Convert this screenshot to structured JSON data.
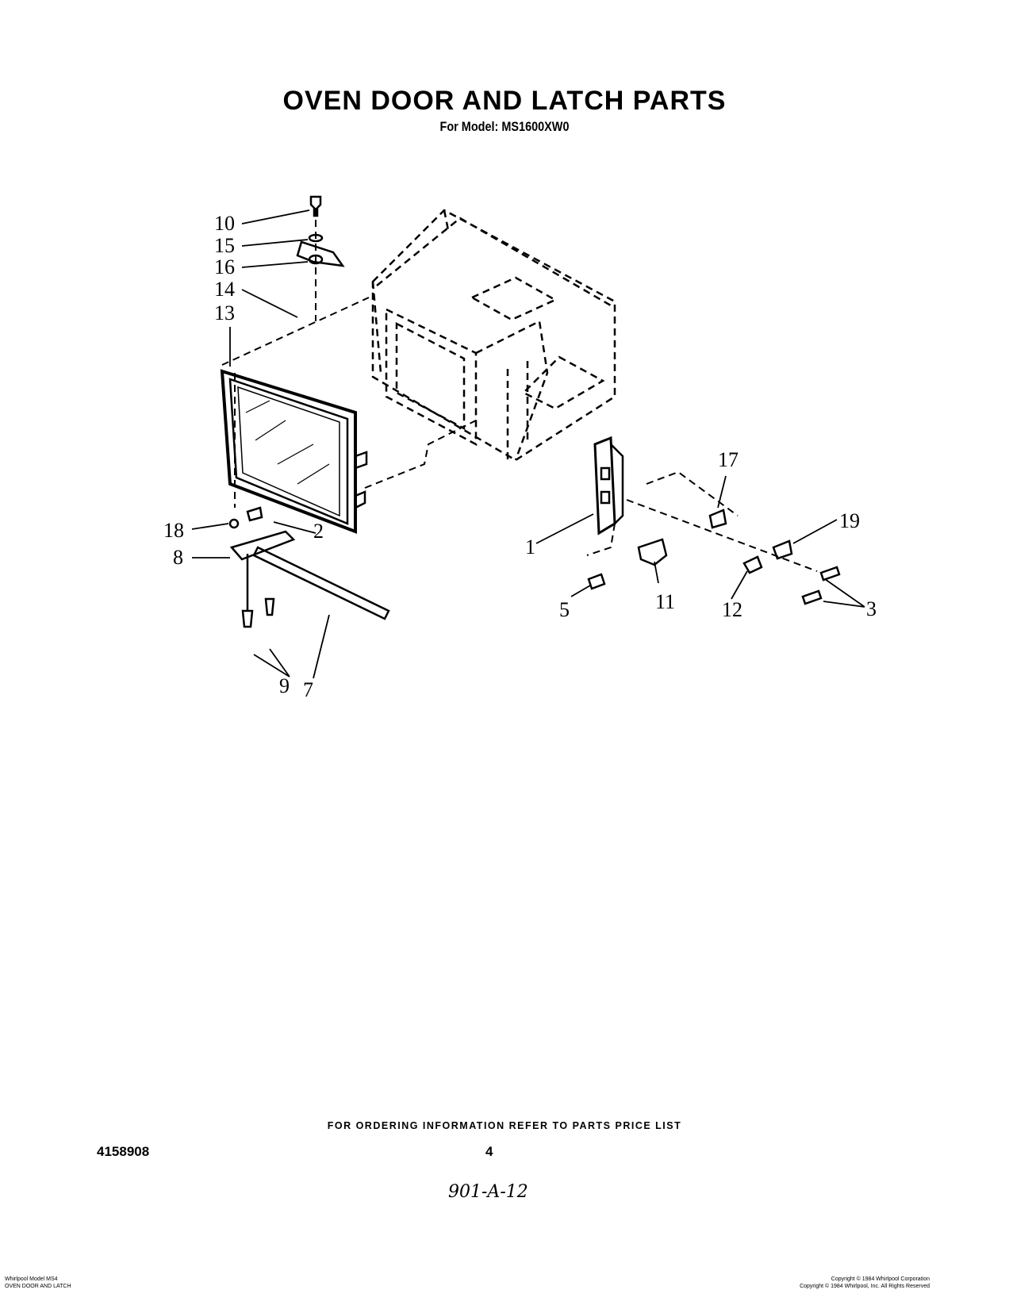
{
  "header": {
    "title": "OVEN DOOR AND LATCH PARTS",
    "subtitle": "For Model: MS1600XW0"
  },
  "diagram": {
    "callouts": [
      "10",
      "15",
      "16",
      "14",
      "13",
      "18",
      "2",
      "8",
      "9",
      "7",
      "1",
      "5",
      "11",
      "12",
      "17",
      "19",
      "3"
    ]
  },
  "footer": {
    "ordering_note": "FOR ORDERING INFORMATION REFER TO PARTS PRICE LIST",
    "part_number": "4158908",
    "page_number": "4",
    "handwritten_code": "901-A-12",
    "fine_print_left_1": "Whirlpool Model MS4",
    "fine_print_left_2": "OVEN DOOR AND LATCH",
    "fine_print_right_1": "Copyright © 1984 Whirlpool Corporation",
    "fine_print_right_2": "Copyright © 1984 Whirlpool, Inc. All Rights Reserved"
  }
}
